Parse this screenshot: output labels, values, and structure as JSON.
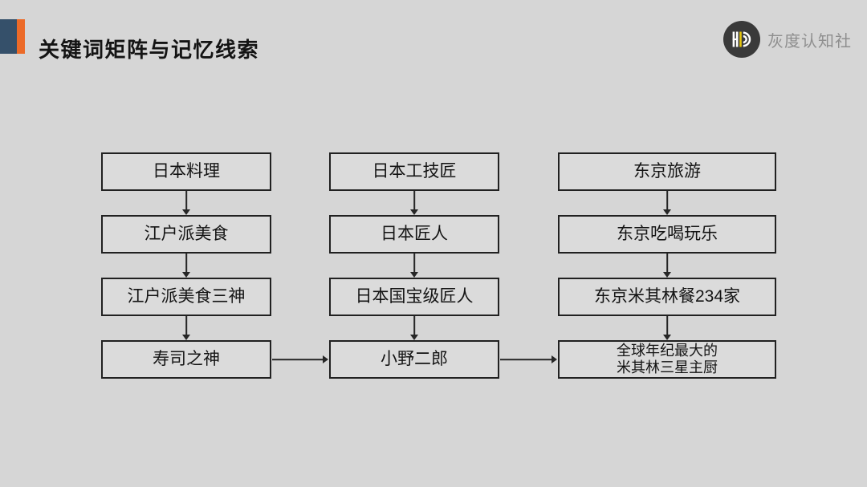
{
  "slide": {
    "header": {
      "title": "关键词矩阵与记忆线索"
    },
    "brand": {
      "name": "灰度认知社",
      "logo_icon": "hd-monogram-icon"
    },
    "colors": {
      "background": "#d6d6d6",
      "accent_blue": "#35506a",
      "accent_orange": "#ec6a28",
      "box_border": "#212121",
      "box_fill": "#dbdbdb",
      "arrow": "#262626",
      "logo_circle": "#3a3a3a",
      "logo_yellow": "#e6c60d",
      "brand_text": "#8f8f8f"
    },
    "diagram": {
      "columns": [
        {
          "name": "japan-cuisine-chain",
          "boxes": [
            "日本料理",
            "江户派美食",
            "江户派美食三神",
            "寿司之神"
          ]
        },
        {
          "name": "japan-craftsman-chain",
          "boxes": [
            "日本工技匠",
            "日本匠人",
            "日本国宝级匠人",
            "小野二郎"
          ]
        },
        {
          "name": "tokyo-travel-chain",
          "boxes": [
            "东京旅游",
            "东京吃喝玩乐",
            "东京米其林餐234家",
            "全球年纪最大的\n米其林三星主厨"
          ]
        }
      ],
      "vertical_links_per_column": 3,
      "horizontal_links": [
        {
          "from": "寿司之神",
          "to": "小野二郎"
        },
        {
          "from": "小野二郎",
          "to": "全球年纪最大的米其林三星主厨"
        }
      ]
    }
  }
}
